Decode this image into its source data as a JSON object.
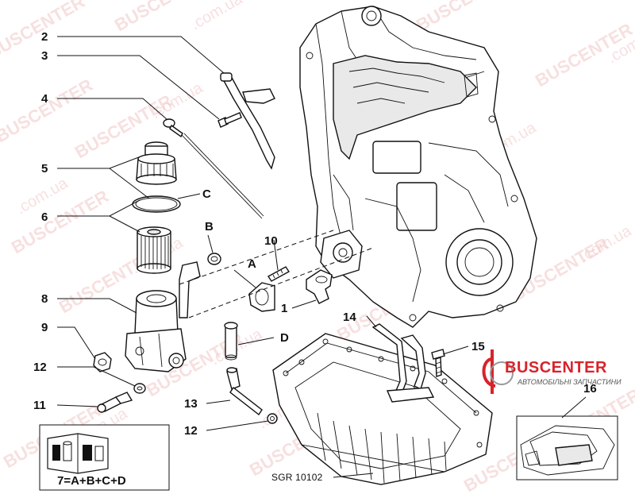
{
  "callouts": {
    "n2": "2",
    "n3": "3",
    "n4": "4",
    "n5": "5",
    "nC": "C",
    "n6": "6",
    "nB": "B",
    "n10": "10",
    "nA": "A",
    "n8": "8",
    "n1": "1",
    "n14": "14",
    "n9": "9",
    "nD": "D",
    "n15": "15",
    "n12a": "12",
    "n16": "16",
    "n11": "11",
    "n13": "13",
    "n12b": "12"
  },
  "kit_formula": "7=A+B+C+D",
  "reference_code": "SGR 10102",
  "logo": {
    "name": "BUSCENTER",
    "subtitle": "АВТОМОБІЛЬНІ ЗАПЧАСТИНИ",
    "color": "#d8232a"
  },
  "watermarks": {
    "brand": "BUSCENTER",
    "domain": ".com.ua",
    "full": "BUSCENTER.com.ua"
  }
}
